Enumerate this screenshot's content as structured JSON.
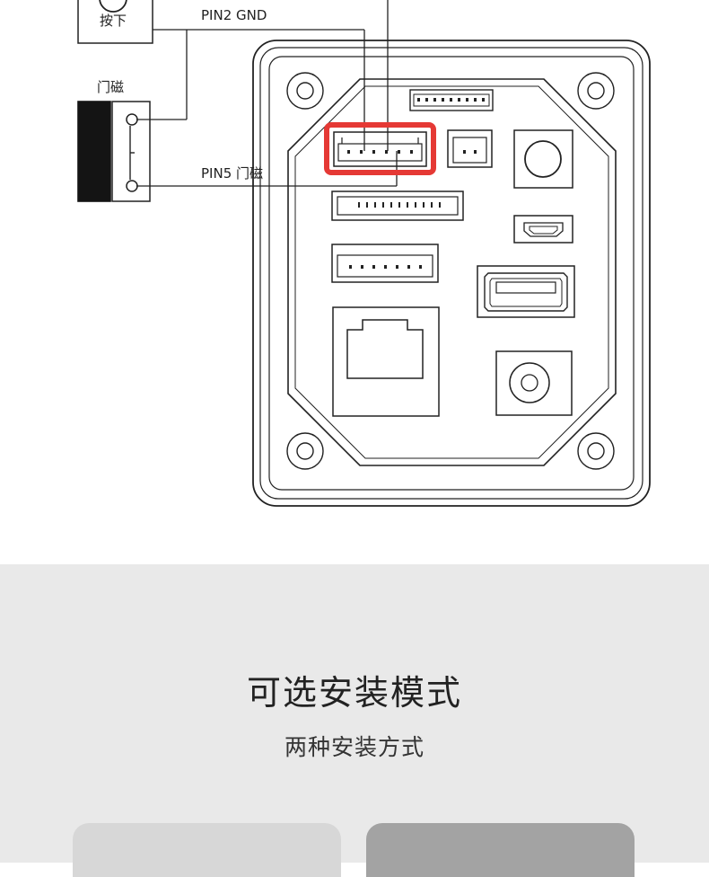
{
  "diagram": {
    "button_label": "按下",
    "pin2_label": "PIN2  GND",
    "door_sensor_label": "门磁",
    "pin5_label": "PIN5  门磁"
  },
  "section": {
    "title": "可选安装模式",
    "subtitle": "两种安装方式"
  },
  "colors": {
    "highlight": "#e53935",
    "lower_background": "#e9e9e9",
    "card_light": "#d7d7d7",
    "card_dark": "#a3a3a3"
  }
}
